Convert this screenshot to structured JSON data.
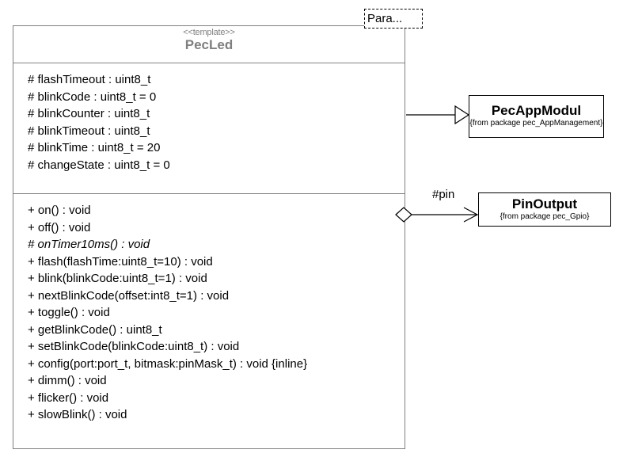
{
  "diagram": {
    "type": "uml-class-diagram",
    "background": "#ffffff",
    "template_param_box": {
      "label": "Para...",
      "style": "dashed"
    },
    "main_class": {
      "stereotype": "<<template>>",
      "name": "PecLed",
      "name_color": "#7f7f7f",
      "border_color": "#808080",
      "attributes": [
        "# flashTimeout : uint8_t",
        "# blinkCode : uint8_t = 0",
        "# blinkCounter : uint8_t",
        "# blinkTimeout : uint8_t",
        "# blinkTime : uint8_t = 20",
        "# changeState : uint8_t = 0"
      ],
      "operations": [
        {
          "text": "+ on() : void",
          "abstract": false
        },
        {
          "text": "+ off() : void",
          "abstract": false
        },
        {
          "text": "# onTimer10ms() : void",
          "abstract": true
        },
        {
          "text": "+ flash(flashTime:uint8_t=10) : void",
          "abstract": false
        },
        {
          "text": "+ blink(blinkCode:uint8_t=1) : void",
          "abstract": false
        },
        {
          "text": "+ nextBlinkCode(offset:int8_t=1) : void",
          "abstract": false
        },
        {
          "text": "+ toggle() : void",
          "abstract": false
        },
        {
          "text": "+ getBlinkCode() : uint8_t",
          "abstract": false
        },
        {
          "text": "+ setBlinkCode(blinkCode:uint8_t) : void",
          "abstract": false
        },
        {
          "text": "+ config(port:port_t, bitmask:pinMask_t) : void {inline}",
          "abstract": false
        },
        {
          "text": "+ dimm() : void",
          "abstract": false
        },
        {
          "text": "+ flicker() : void",
          "abstract": false
        },
        {
          "text": "+ slowBlink() : void",
          "abstract": false
        }
      ]
    },
    "related_classes": [
      {
        "name": "PecAppModul",
        "from": "{from package pec_AppManagement}"
      },
      {
        "name": "PinOutput",
        "from": "{from package pec_Gpio}"
      }
    ],
    "relationships": [
      {
        "kind": "generalization",
        "from": "PecLed",
        "to": "PecAppModul",
        "label": "",
        "arrow": "hollow-triangle"
      },
      {
        "kind": "aggregation",
        "from": "PecLed",
        "to": "PinOutput",
        "label": "#pin",
        "arrow": "open-arrow",
        "source_decoration": "hollow-diamond"
      }
    ]
  }
}
